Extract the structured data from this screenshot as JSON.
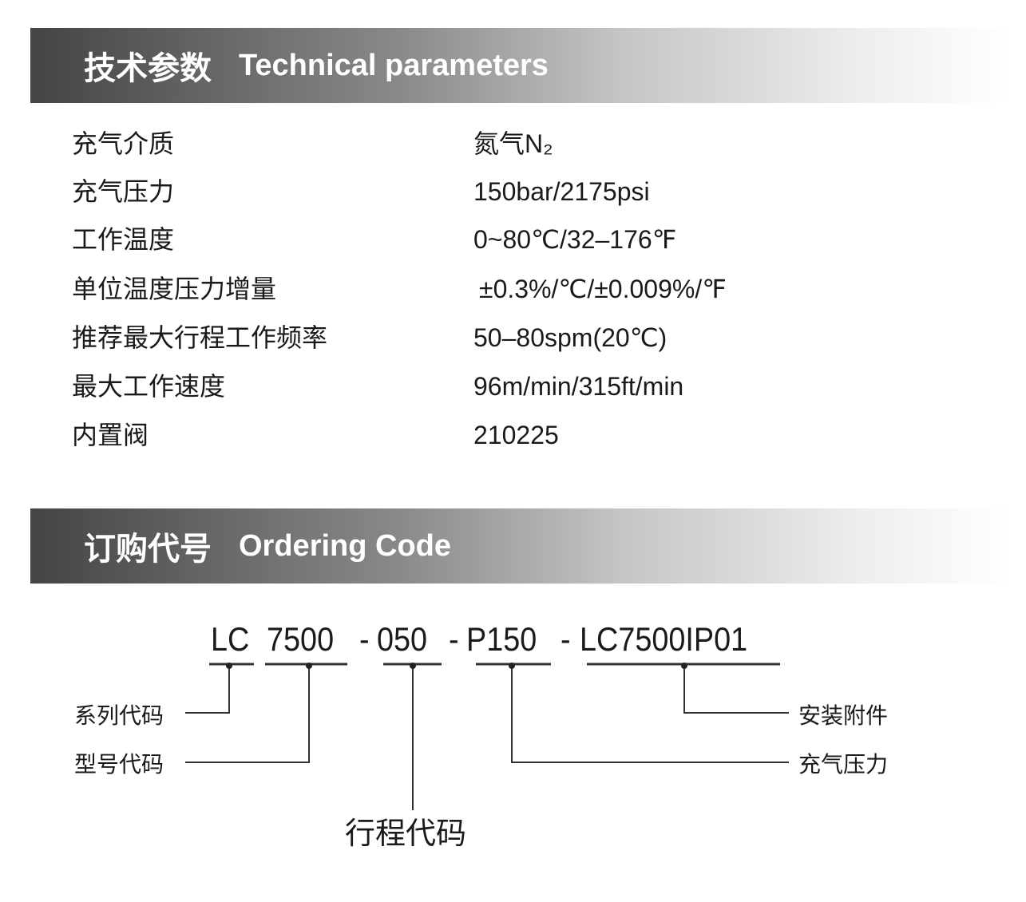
{
  "technical": {
    "title_zh": "技术参数",
    "title_en": "Technical parameters",
    "rows": [
      {
        "label": "充气介质",
        "value": "氮气N₂"
      },
      {
        "label": "充气压力",
        "value": "150bar/2175psi"
      },
      {
        "label": "工作温度",
        "value": "0~80℃/32–176℉"
      },
      {
        "label": "单位温度压力增量",
        "value": "±0.3%/℃/±0.009%/℉"
      },
      {
        "label": "推荐最大行程工作频率",
        "value": "50–80spm(20℃)"
      },
      {
        "label": "最大工作速度",
        "value": "96m/min/315ft/min"
      },
      {
        "label": "内置阀",
        "value": "210225"
      }
    ]
  },
  "ordering": {
    "title_zh": "订购代号",
    "title_en": "Ordering Code",
    "code_parts": [
      "LC",
      "7500",
      "-",
      "050",
      "-",
      "P150",
      "-",
      "LC7500IP01"
    ],
    "labels": {
      "series": "系列代码",
      "model": "型号代码",
      "stroke": "行程代码",
      "pressure": "充气压力",
      "accessory": "安装附件"
    }
  }
}
